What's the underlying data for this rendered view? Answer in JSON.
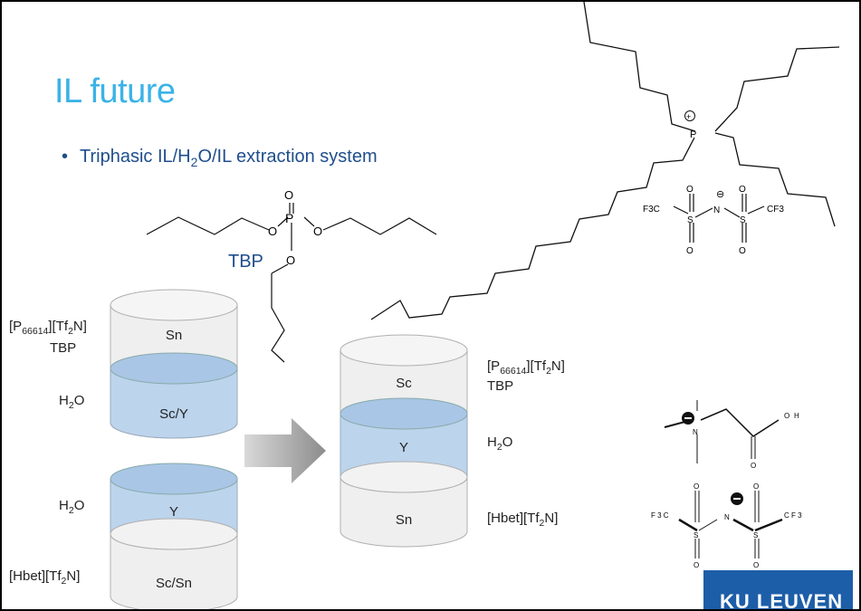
{
  "slide": {
    "title": "IL future",
    "bullet": {
      "text_pre": "Triphasic IL/H",
      "text_sub": "2",
      "text_post": "O/IL extraction system"
    },
    "tbp_label": "TBP"
  },
  "cylinder_left_top": {
    "top_phase": "Sn",
    "bottom_phase": "Sc/Y",
    "label_il_pre": "[P",
    "label_il_sub": "66614",
    "label_il_mid": "][Tf",
    "label_il_sub2": "2",
    "label_il_post": "N]",
    "label_tbp": "TBP",
    "label_water_pre": "H",
    "label_water_sub": "2",
    "label_water_post": "O"
  },
  "cylinder_left_bottom": {
    "top_phase": "Y",
    "bottom_phase": "Sc/Sn",
    "label_water_pre": "H",
    "label_water_sub": "2",
    "label_water_post": "O",
    "label_il_pre": "[Hbet][Tf",
    "label_il_sub": "2",
    "label_il_post": "N]"
  },
  "cylinder_right": {
    "top_phase": "Sc",
    "middle_phase": "Y",
    "bottom_phase": "Sn",
    "label_il_pre": "[P",
    "label_il_sub": "66614",
    "label_il_mid": "][Tf",
    "label_il_sub2": "2",
    "label_il_post": "N]",
    "label_tbp": "TBP",
    "label_water_pre": "H",
    "label_water_sub": "2",
    "label_water_post": "O",
    "label_bottom_pre": "[Hbet][Tf",
    "label_bottom_sub": "2",
    "label_bottom_post": "N]"
  },
  "molecules": {
    "tbp": {
      "o_top": "O",
      "p": "P",
      "o_left": "O",
      "o_right": "O",
      "o_bottom": "O"
    },
    "phosphonium": {
      "plus": "⊕",
      "p": "P"
    },
    "tf2n_top": {
      "cf3_left": "F3C",
      "s_left": "S",
      "n": "N",
      "minus": "⊖",
      "s_right": "S",
      "cf3_right": "CF3",
      "o": "O"
    },
    "betaine": {
      "n": "N",
      "o": "O",
      "h": "H"
    },
    "tf2n_bottom": {
      "f3c": "F 3 C",
      "cf3": "C F 3",
      "s": "S",
      "n": "N",
      "o": "O"
    }
  },
  "logo": {
    "text": "KU LEUVEN"
  },
  "colors": {
    "title": "#3bb3e6",
    "bullet": "#1f4e8c",
    "water_phase": "#bcd4ec",
    "il_phase": "#efefef",
    "arrow": "#999999"
  }
}
